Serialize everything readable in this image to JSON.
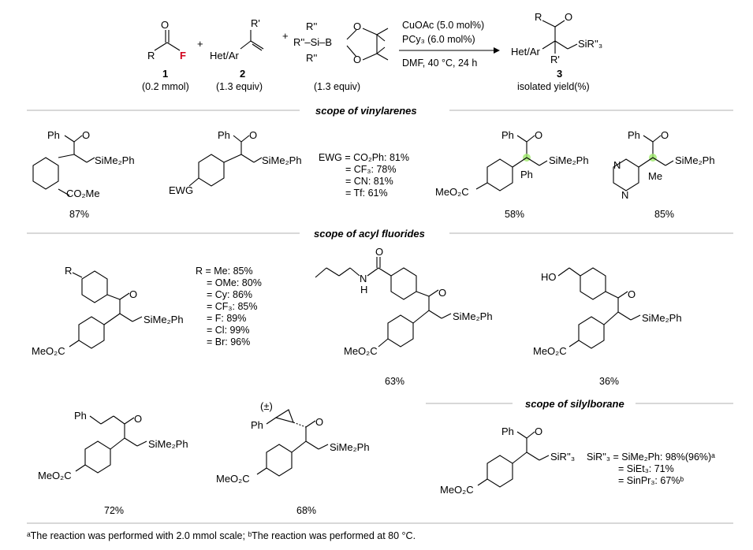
{
  "reaction": {
    "sub1": {
      "num": "1",
      "amount": "(0.2 mmol)",
      "atoms": [
        "R",
        "F"
      ]
    },
    "sub2": {
      "num": "2",
      "amount": "(1.3 equiv)",
      "atoms": [
        "R'",
        "Het/Ar"
      ]
    },
    "sub3": {
      "amount": "(1.3 equiv)",
      "atoms": [
        "R''",
        "R''–Si–B",
        "R''"
      ]
    },
    "plus": "+",
    "cond1": "CuOAc (5.0 mol%)",
    "cond2": "PCy₃ (6.0 mol%)",
    "cond3": "DMF, 40 °C, 24 h",
    "prod": {
      "num": "3",
      "yield_note": "isolated yield(%)",
      "atoms": [
        "R",
        "Het/Ar",
        "R'",
        "SiR''₃"
      ]
    }
  },
  "sections": {
    "vinylarenes": "scope of vinylarenes",
    "acyl": "scope of acyl fluorides",
    "silyl": "scope of silylborane"
  },
  "labels": {
    "ph": "Ph",
    "sime2ph": "SiMe₂Ph",
    "co2me": "CO₂Me",
    "meo2c": "MeO₂C",
    "ewg": "EWG",
    "me": "Me",
    "n": "N",
    "r": "R",
    "ho": "HO",
    "h": "H",
    "racemic": "(±)",
    "sir3": "SiR''₃"
  },
  "compounds": {
    "c1": "87%",
    "c3": "58%",
    "c4": "85%",
    "c6": "63%",
    "c7": "36%",
    "c8": "72%",
    "c9": "68%"
  },
  "ewg_list": [
    "EWG = CO₂Ph: 81%",
    "= CF₃: 78%",
    "= CN: 81%",
    "= Tf: 61%"
  ],
  "r_list": [
    "R = Me: 85%",
    "= OMe: 80%",
    "= Cy: 86%",
    "= CF₃: 85%",
    "= F: 89%",
    "= Cl: 99%",
    "= Br: 96%"
  ],
  "sir_list": [
    "SiR''₃ = SiMe₂Ph: 98%(96%)ᵃ",
    "= SiEt₃: 71%",
    "= SinPr₃: 67%ᵇ"
  ],
  "footnote": "ᵃThe reaction was performed with 2.0 mmol scale; ᵇThe reaction was performed at 80 °C."
}
